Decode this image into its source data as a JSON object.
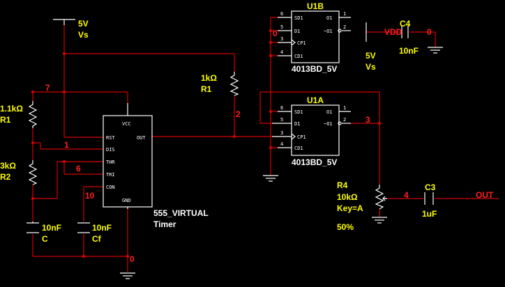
{
  "colors": {
    "background": "#000000",
    "wire": "#d40000",
    "component": "#ffffff",
    "label": "#ffff00",
    "net": "#ff2020",
    "part": "#ffffff"
  },
  "supply": {
    "vcc_top_value": "5V",
    "vcc_top_name": "Vs",
    "vcc_right_value": "5V",
    "vcc_right_name": "Vs",
    "vdd": "VDD"
  },
  "resistors": {
    "r1": {
      "value": "1.1kΩ",
      "name": "R1"
    },
    "r2": {
      "value": "3kΩ",
      "name": "R2"
    },
    "r_mid": {
      "value": "1kΩ",
      "name": "R1"
    },
    "r4": {
      "name": "R4",
      "value": "10kΩ",
      "key": "Key=A",
      "percent": "50%"
    }
  },
  "capacitors": {
    "c": {
      "value": "10nF",
      "name": "C"
    },
    "cf": {
      "value": "10nF",
      "name": "Cf"
    },
    "c4": {
      "name": "C4",
      "value": "10nF"
    },
    "c3": {
      "name": "C3",
      "value": "1uF"
    }
  },
  "timer": {
    "part": "555_VIRTUAL",
    "name": "Timer",
    "pins": {
      "vcc": "VCC",
      "rst": "RST",
      "out": "OUT",
      "dis": "DIS",
      "thr": "THR",
      "tri": "TRI",
      "con": "CON",
      "gnd": "GND"
    }
  },
  "flipflops": {
    "u1b": {
      "ref": "U1B",
      "part": "4013BD_5V",
      "sd": "SD1",
      "d": "D1",
      "cp": "CP1",
      "cd": "CD1",
      "q": "O1",
      "qn": "~O1",
      "pin6": "6",
      "pin5": "5",
      "pin3": "3",
      "pin4": "4",
      "pin1": "1",
      "pin2": "2"
    },
    "u1a": {
      "ref": "U1A",
      "part": "4013BD_5V",
      "sd": "SD1",
      "d": "D1",
      "cp": "CP1",
      "cd": "CD1",
      "q": "O1",
      "qn": "~O1",
      "pin6": "6",
      "pin5": "5",
      "pin3": "3",
      "pin4": "4",
      "pin1": "1",
      "pin2": "2"
    }
  },
  "nets": {
    "n7": "7",
    "n1": "1",
    "n6": "6",
    "n10": "10",
    "n2": "2",
    "n3": "3",
    "n4": "4",
    "n0_bottom": "0",
    "n0_u1b": "0",
    "n0_c4": "0"
  },
  "output": {
    "label": "OUT"
  }
}
